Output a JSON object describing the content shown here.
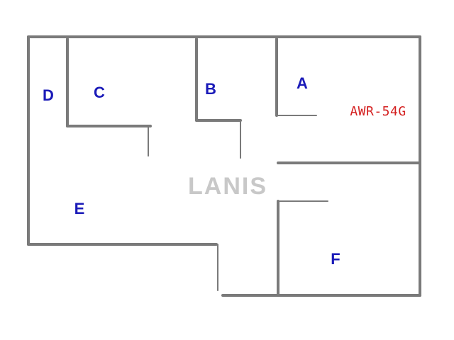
{
  "rooms": {
    "a": "A",
    "b": "B",
    "c": "C",
    "d": "D",
    "e": "E",
    "f": "F"
  },
  "device": "AWR-54G",
  "watermark": "LANIS",
  "colors": {
    "walls": "#7a7a7a",
    "room_labels": "#1a1ab8",
    "device_label": "#d42020",
    "watermark": "#c8c8c8"
  }
}
